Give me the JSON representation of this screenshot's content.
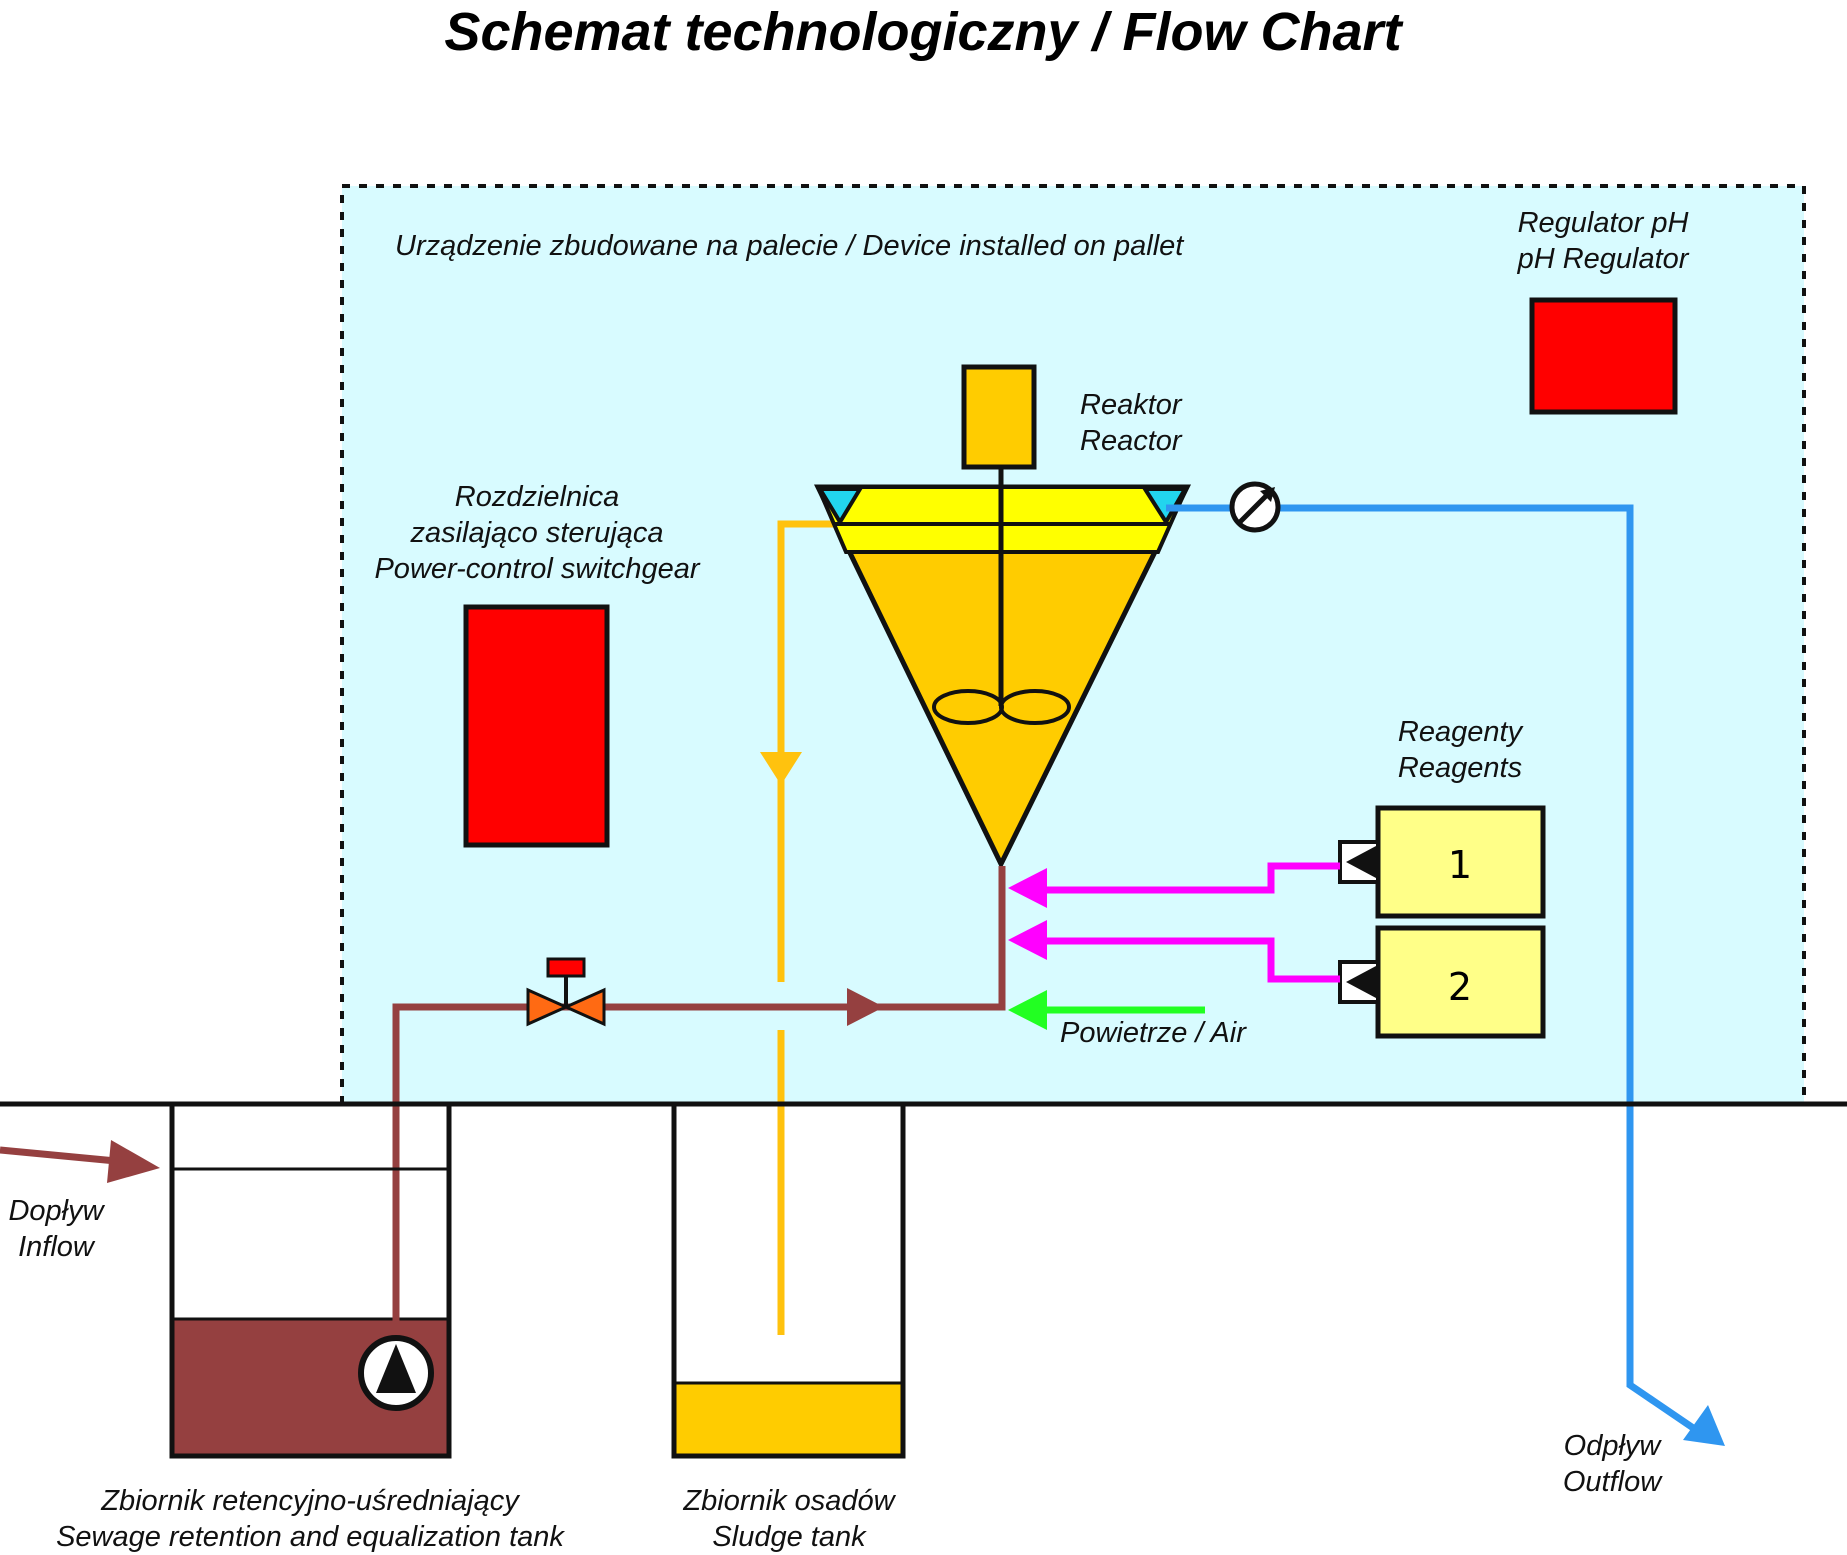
{
  "title": "Schemat technologiczny / Flow Chart",
  "pallet": {
    "label": "Urządzenie zbudowane na palecie / Device installed on pallet"
  },
  "ph_regulator": {
    "line1": "Regulator pH",
    "line2": "pH Regulator"
  },
  "reactor": {
    "line1": "Reaktor",
    "line2": "Reactor"
  },
  "switchgear": {
    "line1": "Rozdzielnica",
    "line2": "zasilająco sterująca",
    "line3": "Power-control switchgear"
  },
  "reagents": {
    "line1": "Reagenty",
    "line2": "Reagents",
    "tank1": "1",
    "tank2": "2"
  },
  "air": {
    "label": "Powietrze / Air"
  },
  "inflow": {
    "line1": "Dopływ",
    "line2": "Inflow"
  },
  "outflow": {
    "line1": "Odpływ",
    "line2": "Outflow"
  },
  "retention_tank": {
    "line1": "Zbiornik retencyjno-uśredniający",
    "line2": "Sewage retention and equalization tank"
  },
  "sludge_tank": {
    "line1": "Zbiornik osadów",
    "line2": "Sludge tank"
  },
  "colors": {
    "pallet_bg": "#d8fbff",
    "red_box": "#ff0000",
    "reactor_fill": "#ffcc00",
    "reactor_top": "#ffff00",
    "sewage": "#954040",
    "sludge_line": "#ffc20e",
    "reagent_line": "#ff00ff",
    "air_line": "#22ff22",
    "outflow_line": "#2f96f0",
    "reagent_tank": "#ffff88",
    "valve": "#ff6a13"
  }
}
